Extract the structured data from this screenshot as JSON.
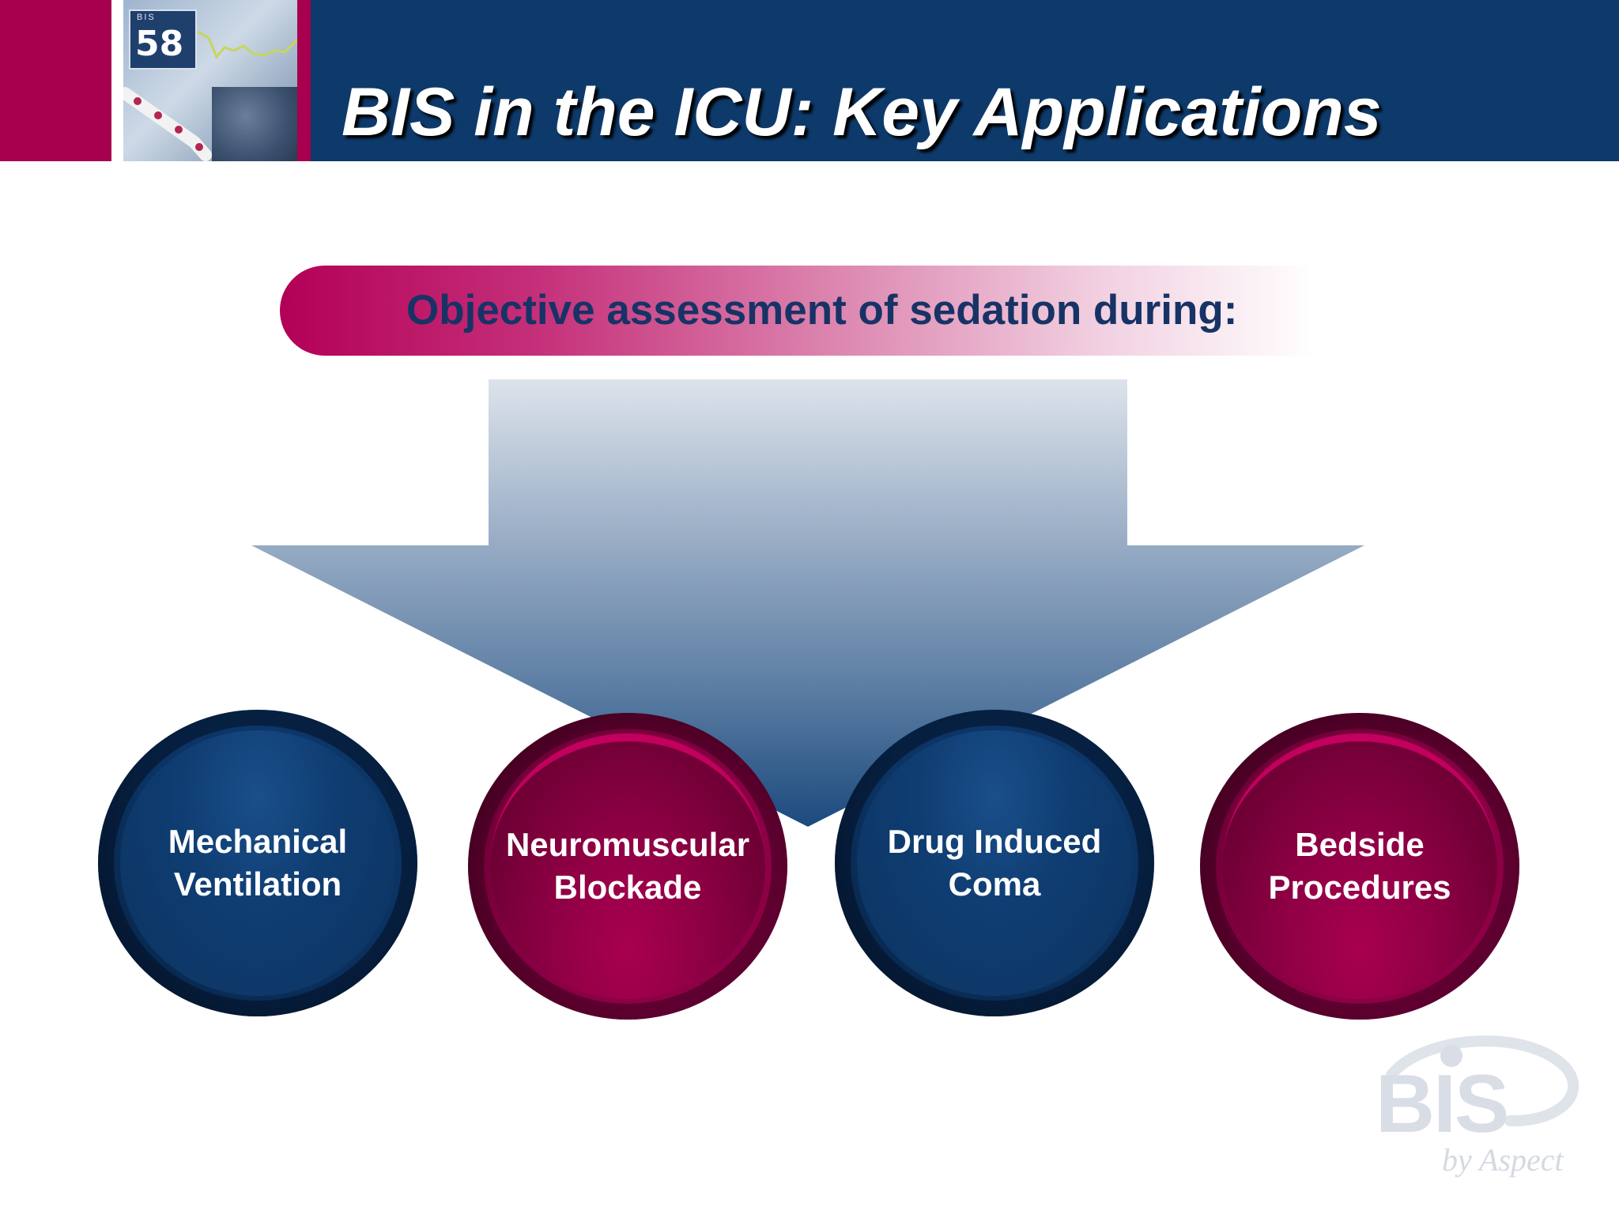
{
  "slide": {
    "title": "BIS in the ICU: Key Applications",
    "banner": "Objective assessment of sedation during:"
  },
  "thumbnail": {
    "display_label": "BIS",
    "display_value": "58"
  },
  "applications": [
    {
      "line1": "Mechanical",
      "line2": "Ventilation",
      "color": "blue"
    },
    {
      "line1": "Neuromuscular",
      "line2": "Blockade",
      "color": "pink"
    },
    {
      "line1": "Drug Induced",
      "line2": "Coma",
      "color": "blue"
    },
    {
      "line1": "Bedside",
      "line2": "Procedures",
      "color": "pink"
    }
  ],
  "logo": {
    "wordmark": "BIS",
    "tagline": "by Aspect"
  },
  "colors": {
    "header_blue": "#0d3a6b",
    "accent_pink": "#a6004f",
    "circle_blue": "#0b3363",
    "circle_pink": "#8a0045",
    "banner_text": "#173366"
  }
}
